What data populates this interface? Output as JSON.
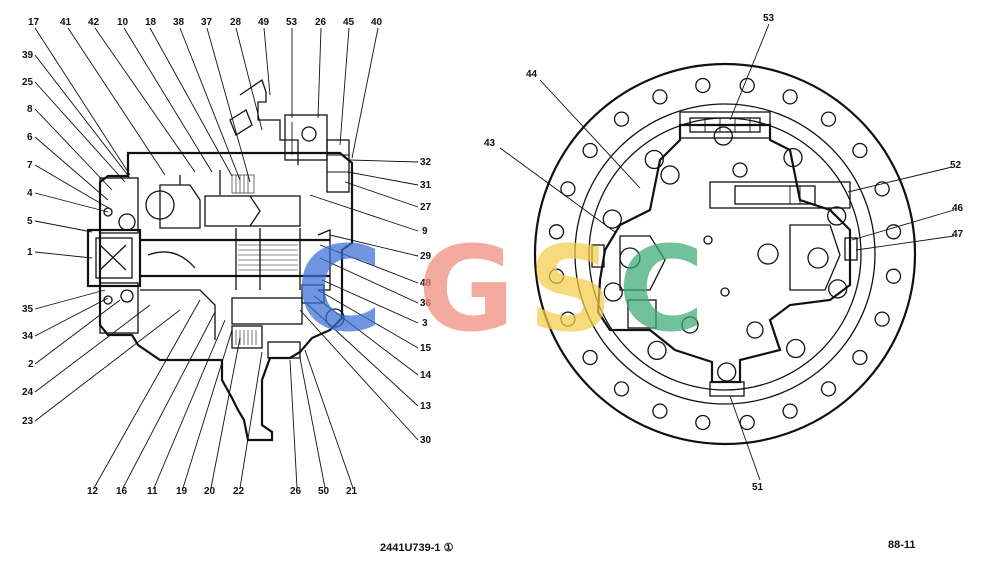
{
  "left_view": {
    "callouts_top": [
      "17",
      "41",
      "42",
      "10",
      "18",
      "38",
      "37",
      "28",
      "49",
      "53",
      "26",
      "45",
      "40"
    ],
    "callouts_left": [
      "39",
      "25",
      "8",
      "6",
      "7",
      "4",
      "5",
      "1",
      "35",
      "34",
      "2",
      "24",
      "23"
    ],
    "callouts_bottom": [
      "12",
      "16",
      "11",
      "19",
      "20",
      "22",
      "26",
      "50",
      "21"
    ],
    "callouts_right": [
      "32",
      "31",
      "27",
      "9",
      "29",
      "48",
      "36",
      "3",
      "15",
      "14",
      "13",
      "30"
    ]
  },
  "right_view": {
    "callouts": [
      "53",
      "44",
      "43",
      "52",
      "46",
      "47",
      "51"
    ]
  },
  "watermark": {
    "letters": [
      "C",
      "G",
      "S",
      "C"
    ],
    "colors": [
      "#3a6fd8",
      "#f08a7a",
      "#f3cc4a",
      "#3daa78"
    ]
  },
  "footer": {
    "drawing_number": "2441U739-1 ①",
    "page_number": "88-11"
  }
}
